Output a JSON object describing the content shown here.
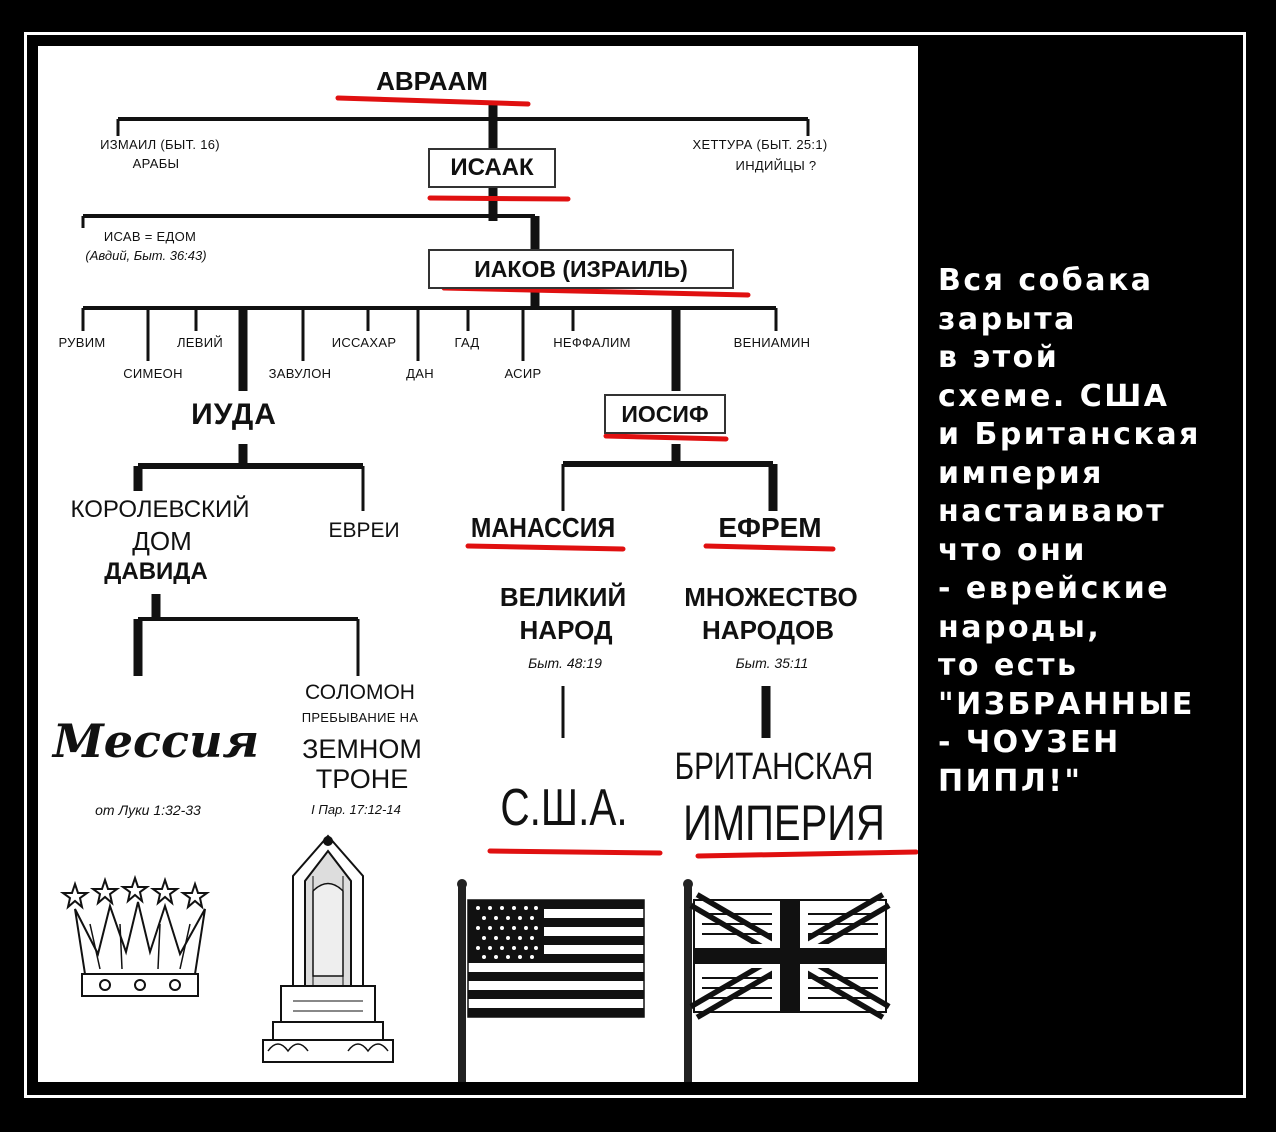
{
  "nodes": {
    "avraam": "АВРААМ",
    "izmail": "ИЗМАИЛ (БЫТ. 16)",
    "araby": "АРАБЫ",
    "isaak": "ИСААК",
    "hettura": "ХЕТТУРА (БЫТ. 25:1)",
    "indiitsy": "ИНДИЙЦЫ ?",
    "isav": "ИСАВ = ЕДОМ",
    "isav_ref": "(Авдий, Быт. 36:43)",
    "iakov": "ИАКОВ (ИЗРАИЛЬ)",
    "ruvim": "РУВИМ",
    "simeon": "СИМЕОН",
    "leviy": "ЛЕВИЙ",
    "zavulon": "ЗАВУЛОН",
    "issahar": "ИССАХАР",
    "dan": "ДАН",
    "gad": "ГАД",
    "asir": "АСИР",
    "neffalim": "НЕФФАЛИМ",
    "veniamin": "ВЕНИАМИН",
    "iuda": "ИУДА",
    "iosif": "ИОСИФ",
    "korolevskiy_1": "КОРОЛЕВСКИЙ",
    "korolevskiy_2": "ДОМ",
    "korolevskiy_3": "ДАВИДА",
    "evrei": "ЕВРЕИ",
    "manassiya": "МАНАССИЯ",
    "efrem": "ЕФРЕМ",
    "velikiy_1": "ВЕЛИКИЙ",
    "velikiy_2": "НАРОД",
    "velikiy_ref": "Быт. 48:19",
    "mnozhestvo_1": "МНОЖЕСТВО",
    "mnozhestvo_2": "НАРОДОВ",
    "mnozhestvo_ref": "Быт. 35:11",
    "solomon": "СОЛОМОН",
    "prebyvanie": "ПРЕБЫВАНИЕ НА",
    "zemnom": "ЗЕМНОМ",
    "trone": "ТРОНЕ",
    "solomon_ref": "I Пар. 17:12-14",
    "messiya": "Мессия",
    "messiya_ref": "от Луки 1:32-33",
    "usa": "С.Ш.А.",
    "britanskaya": "БРИТАНСКАЯ",
    "imperiya": "ИМПЕРИЯ"
  },
  "caption": [
    "Вся собака",
    "зарыта",
    "в этой",
    "схеме. США",
    "и Британская",
    "империя",
    "настаивают",
    "что они",
    "- еврейские",
    "народы,",
    "то есть",
    "\"ИЗБРАННЫЕ",
    "- ЧОУЗЕН",
    "ПИПЛ!\""
  ],
  "colors": {
    "background": "#000000",
    "diagram_bg": "#ffffff",
    "lines": "#111111",
    "underline_accent": "#e01010",
    "caption_text": "#ffffff"
  },
  "icons": [
    "crown-icon",
    "throne-icon",
    "usa-flag-icon",
    "uk-flag-icon"
  ]
}
